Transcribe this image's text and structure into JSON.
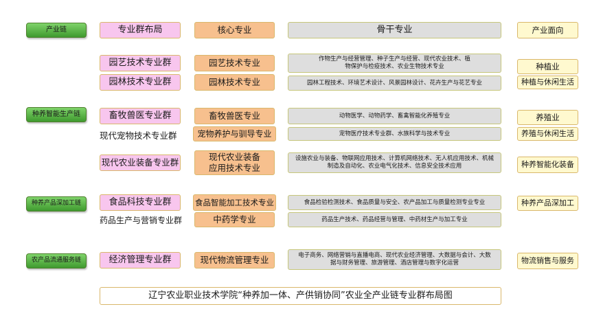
{
  "header": {
    "chain": "产业链",
    "group": "专业群布局",
    "core": "核心专业",
    "backbone": "骨干专业",
    "industry": "产业面向"
  },
  "chains": [
    "种养智能生产链",
    "种养产品深加工链",
    "农产品流通服务链"
  ],
  "groups": [
    "园艺技术专业群",
    "园林技术专业群",
    "畜牧兽医专业群",
    "现代宠物技术专业群",
    "现代农业装备专业群",
    "食品科技专业群",
    "药品生产与营销专业群",
    "经济管理专业群"
  ],
  "cores": [
    "园艺技术专业",
    "园林技术专业",
    "畜牧兽医专业",
    "宠物养护与驯导专业",
    "现代农业装备应用技术专业",
    "食品智能加工技术专业",
    "中药学专业",
    "现代物流管理专业"
  ],
  "backbones": [
    "作物生产与经营管理、种子生产与经营、现代农业技术、植物保护与检疫技术、农业生物技术专业",
    "园林工程技术、环境艺术设计、风景园林设计、花卉生产与花艺专业",
    "动物医学、动物药学、畜禽智能化养殖专业",
    "宠物医疗技术专业群、水族科学与技术专业",
    "设施农业与装备、物联网应用技术、计算机网络技术、无人机应用技术、机械制造及自动化、农业电气化技术、信息安全技术应用",
    "食品检验检测技术、食品质量与安全、农产品加工与质量检测专业专业",
    "药品生产技术、药品经营与管理、中药材生产与加工专业",
    "电子商务、网络营销与直播电商、现代农业经济管理、大数据与会计、大数据与财务管理、旅游管理、酒店管理与数字化运营"
  ],
  "industries": [
    "种植业",
    "种植与休闲生活",
    "养殖业",
    "养殖与休闲生活",
    "种养智能化装备",
    "种养产品深加工",
    "物流销售与服务"
  ],
  "footer": "辽宁农业职业技术学院“种养加一体、产供销协同”农业全产业链专业群布局图"
}
